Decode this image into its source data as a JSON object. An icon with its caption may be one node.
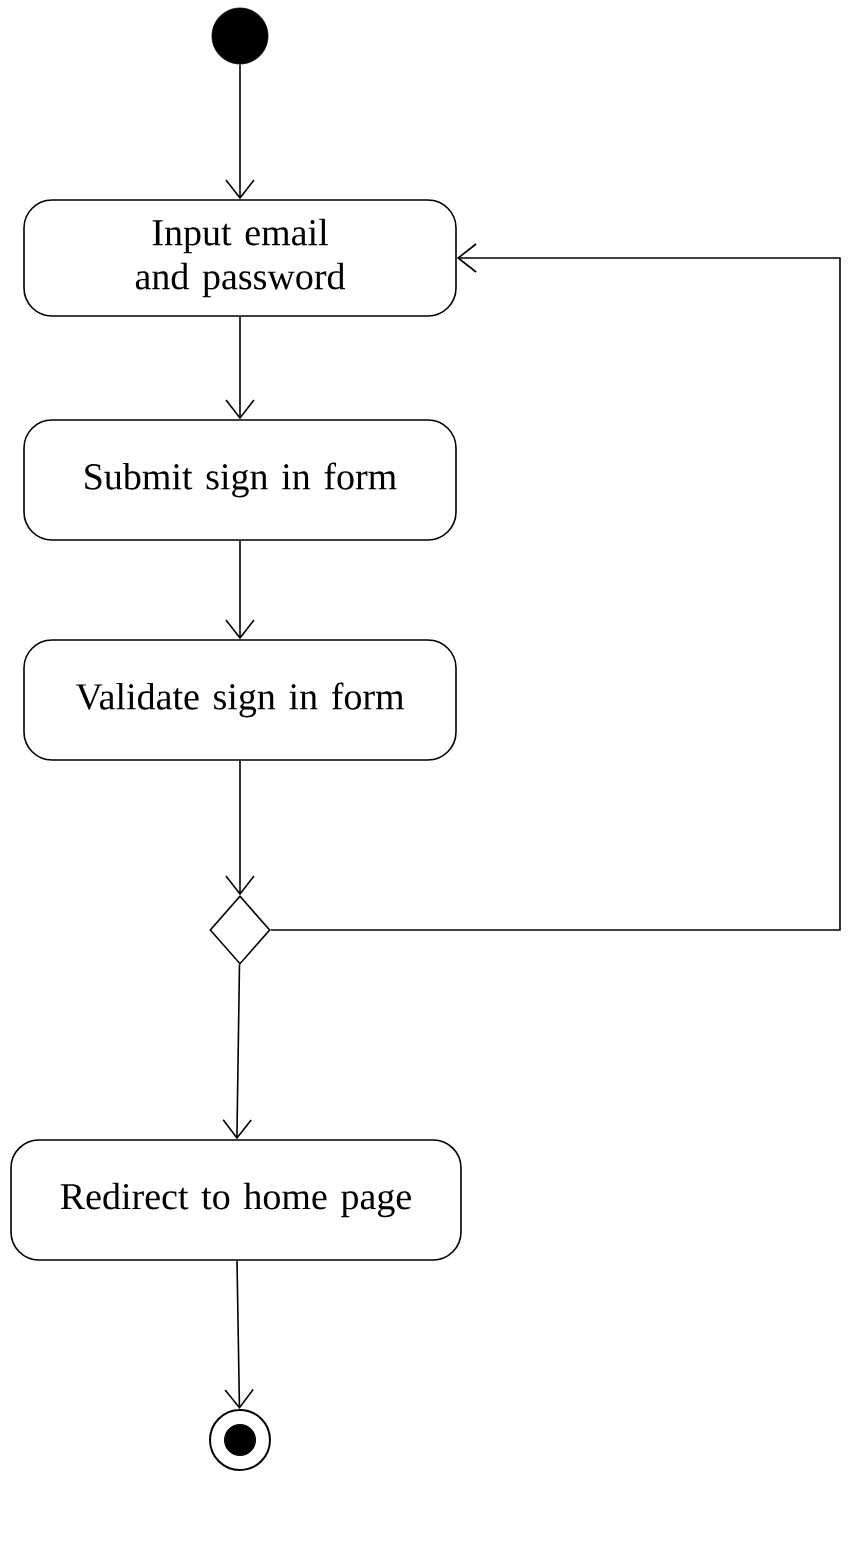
{
  "diagram": {
    "nodes": [
      {
        "text": [],
        "shape": "circle"
      },
      {
        "text": [
          "Input email and password"
        ]
      },
      {
        "text": [
          "Submit sign in form"
        ]
      },
      {
        "text": [
          "Validate sign in form"
        ]
      },
      {
        "text": [],
        "shape": "diamond"
      },
      {
        "text": [
          "Redirect to home page"
        ]
      },
      {
        "text": [],
        "shape": "bullseye"
      }
    ],
    "edges": [
      {
        "from": 0,
        "to": 1,
        "arrow": "to"
      },
      {
        "from": 1,
        "to": 2,
        "arrow": "to"
      },
      {
        "from": 2,
        "to": 3,
        "arrow": "to"
      },
      {
        "from": 3,
        "to": 4,
        "arrow": "to"
      },
      {
        "from": 4,
        "to": 5,
        "arrow": "to"
      },
      {
        "from": 5,
        "to": 6,
        "arrow": "to"
      },
      {
        "from": 4,
        "to": 1,
        "arrow": "to"
      }
    ]
  }
}
